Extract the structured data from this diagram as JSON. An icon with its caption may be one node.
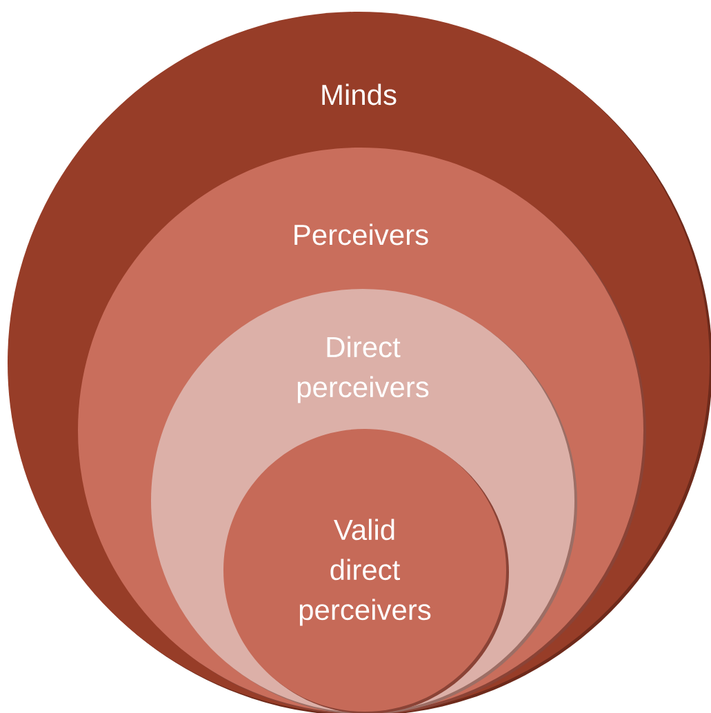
{
  "diagram": {
    "nodes": [
      {
        "text": [
          "Minds"
        ]
      },
      {
        "text": [
          "Perceivers"
        ],
        "in": 0
      },
      {
        "text": [
          "Direct perceivers"
        ],
        "in": 1
      },
      {
        "text": [
          "Valid direct perceivers"
        ],
        "in": 2
      }
    ]
  }
}
